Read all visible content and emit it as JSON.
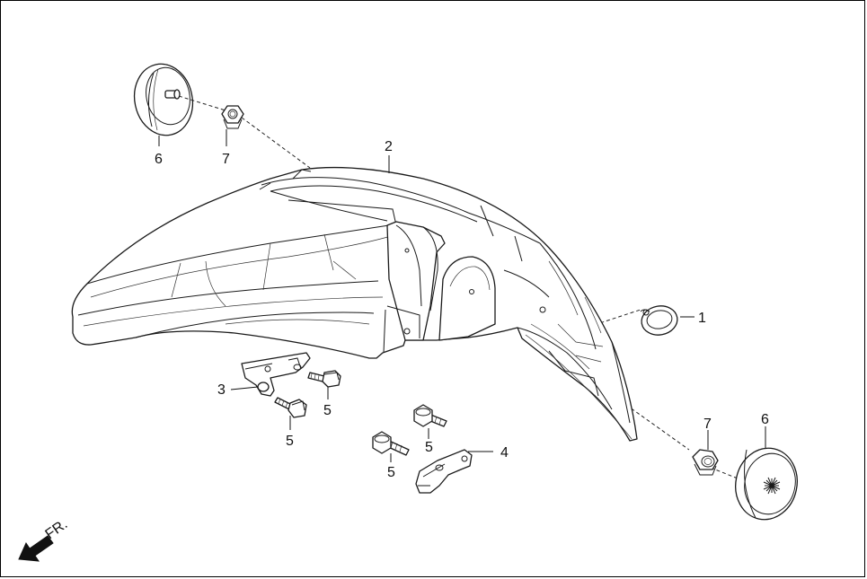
{
  "callouts": {
    "c1": "1",
    "c2": "2",
    "c3": "3",
    "c4": "4",
    "c5a": "5",
    "c5b": "5",
    "c5c": "5",
    "c5d": "5",
    "c6a": "6",
    "c6b": "6",
    "c7a": "7",
    "c7b": "7"
  },
  "direction": {
    "label": "FR."
  },
  "colors": {
    "line": "#1a1a1a",
    "background": "#ffffff"
  }
}
